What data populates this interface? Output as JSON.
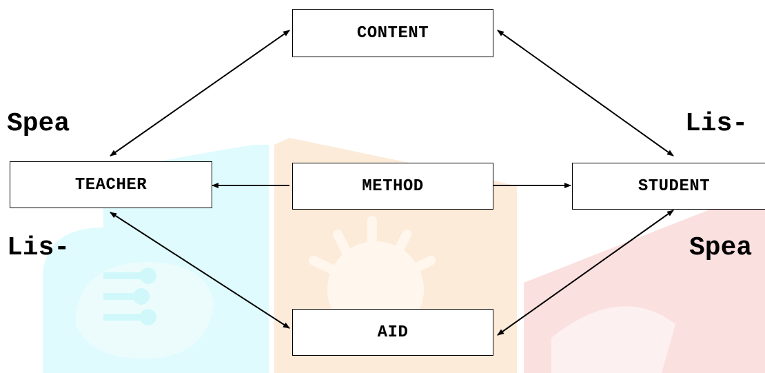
{
  "nodes": {
    "content": "CONTENT",
    "teacher": "TEACHER",
    "method": "METHOD",
    "student": "STUDENT",
    "aid": "AID"
  },
  "labels": {
    "top_left": "Spea",
    "top_right": "Lis-",
    "bottom_left": "Lis-",
    "bottom_right": "Spea"
  },
  "colors": {
    "watermark_cyan": "#dffbfd",
    "watermark_orange": "#fdebd9",
    "watermark_red": "#fbe0e0",
    "line": "#000000"
  }
}
